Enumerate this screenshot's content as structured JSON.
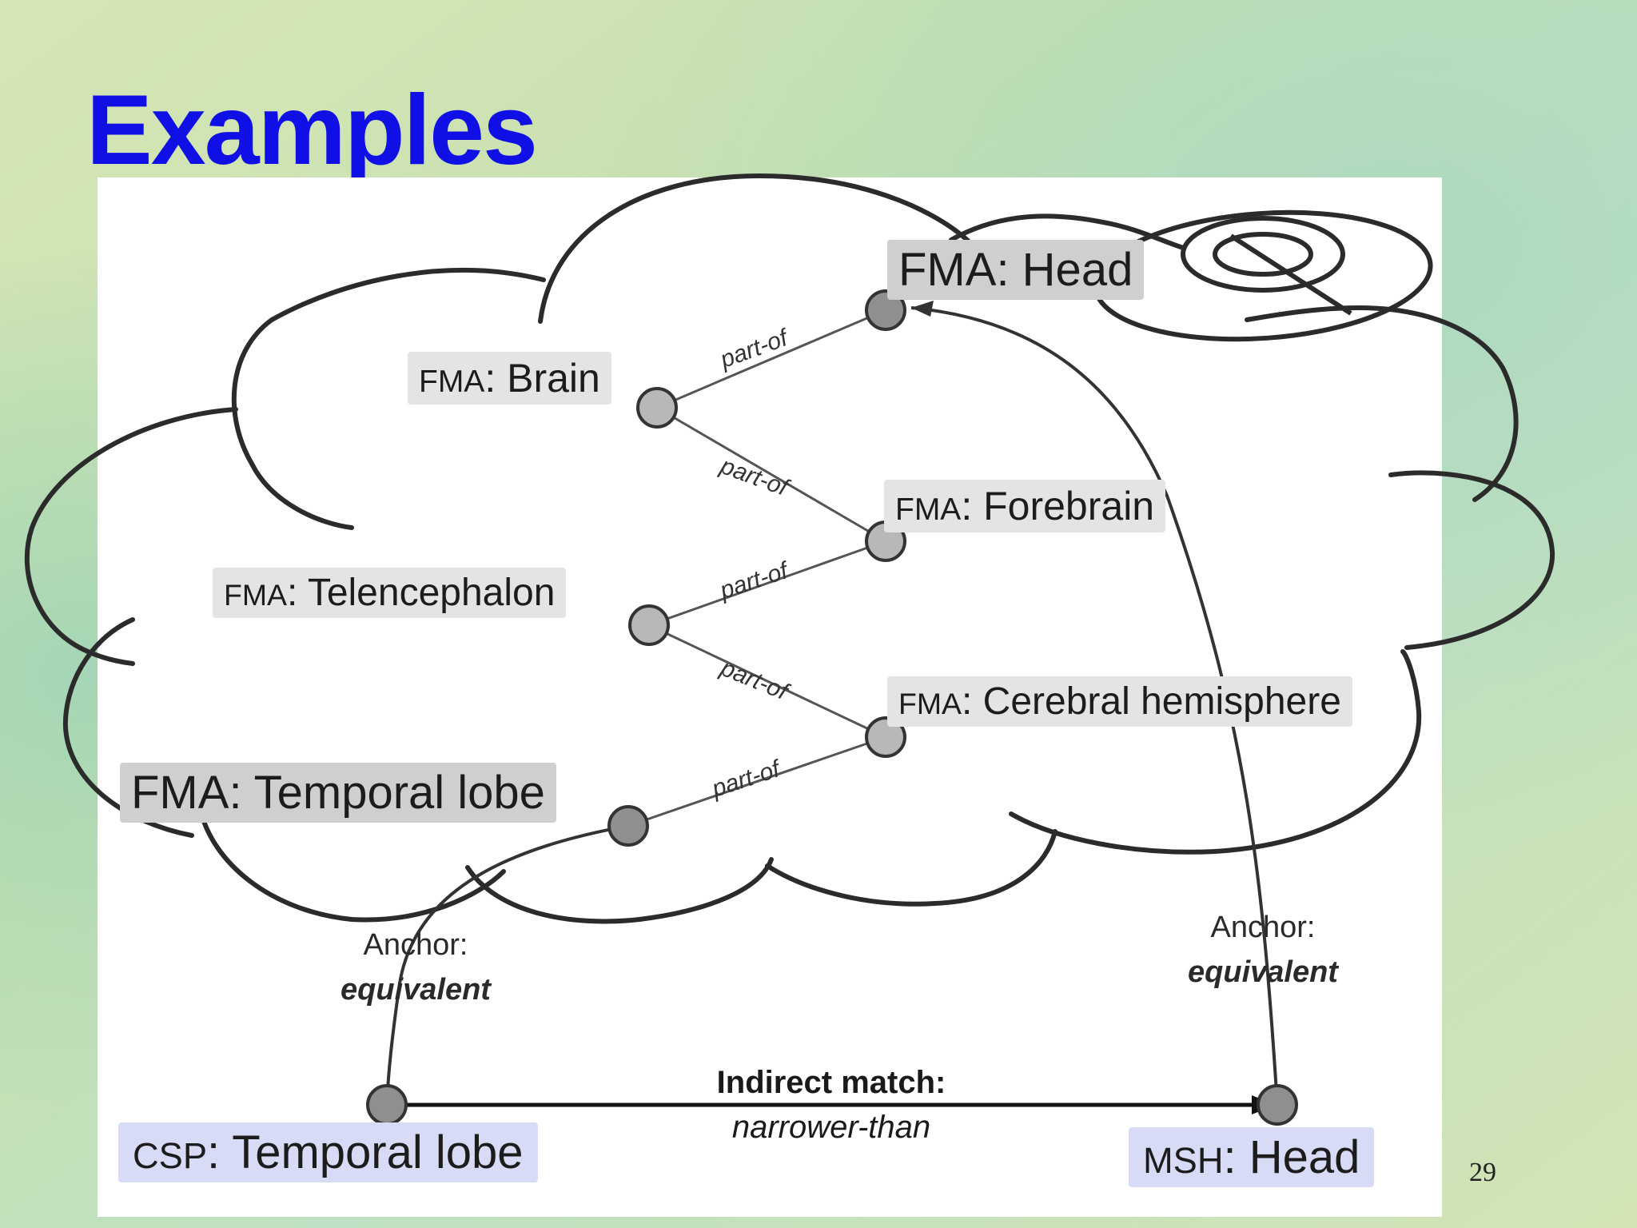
{
  "slide": {
    "title": "Examples",
    "page_number": "29"
  },
  "nodes": {
    "fma_head": {
      "prefix": "FMA",
      "name": "Head"
    },
    "fma_brain": {
      "prefix": "FMA",
      "name": "Brain"
    },
    "fma_forebrain": {
      "prefix": "FMA",
      "name": "Forebrain"
    },
    "fma_telencephalon": {
      "prefix": "FMA",
      "name": "Telencephalon"
    },
    "fma_cerebral_hemisphere": {
      "prefix": "FMA",
      "name": "Cerebral hemisphere"
    },
    "fma_temporal_lobe": {
      "prefix": "FMA",
      "name": "Temporal lobe"
    },
    "csp_temporal_lobe": {
      "prefix": "CSP",
      "name": "Temporal lobe"
    },
    "msh_head": {
      "prefix": "MSH",
      "name": "Head"
    }
  },
  "edges": {
    "part_of": "part-of",
    "anchor_left": {
      "label": "Anchor:",
      "relation": "equivalent"
    },
    "anchor_right": {
      "label": "Anchor:",
      "relation": "equivalent"
    },
    "indirect_match": {
      "label": "Indirect match:",
      "relation": "narrower-than"
    }
  },
  "colors": {
    "title": "#1010e6",
    "background": "#cfe3b0",
    "node_fill": "#b8b8b8",
    "node_fill_dark": "#8f8f8f",
    "cloud_stroke": "#2b2b2b",
    "label_blue": "#d8dbf6"
  }
}
